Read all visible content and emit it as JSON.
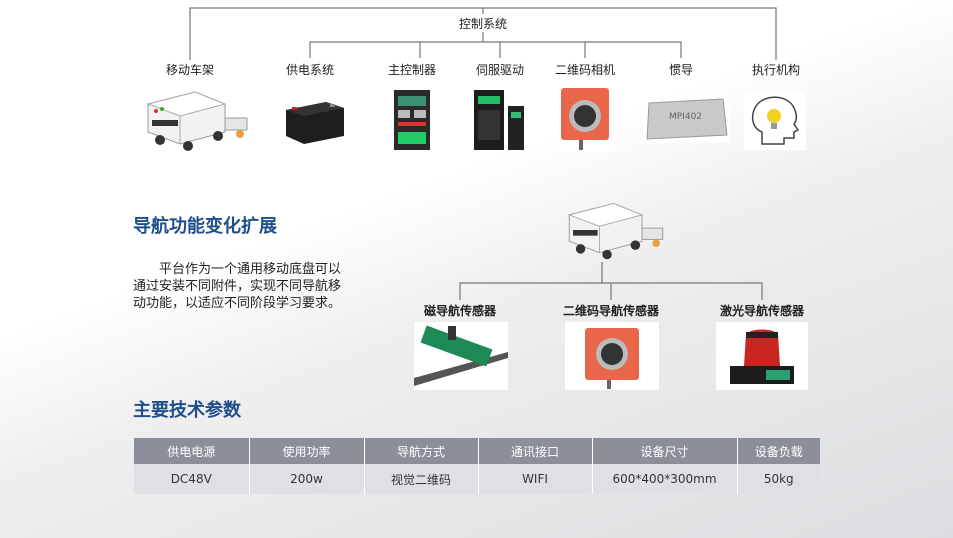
{
  "control": {
    "root": "控制系统",
    "children": [
      {
        "label": "移动车架",
        "icon": "agv-cart-icon"
      },
      {
        "label": "供电系统",
        "icon": "battery-icon"
      },
      {
        "label": "主控制器",
        "icon": "controller-icon"
      },
      {
        "label": "伺服驱动",
        "icon": "servo-drive-icon"
      },
      {
        "label": "二维码相机",
        "icon": "qr-camera-icon"
      },
      {
        "label": "惯导",
        "icon": "imu-icon"
      },
      {
        "label": "执行机构",
        "icon": "actuator-head-icon"
      }
    ]
  },
  "nav": {
    "title": "导航功能变化扩展",
    "description": "平台作为一个通用移动底盘可以通过安装不同附件，实现不同导航移动功能，以适应不同阶段学习要求。",
    "sensors": [
      {
        "label": "磁导航传感器",
        "icon": "magnetic-sensor-icon"
      },
      {
        "label": "二维码导航传感器",
        "icon": "qr-sensor-icon"
      },
      {
        "label": "激光导航传感器",
        "icon": "lidar-sensor-icon"
      }
    ],
    "imu_text": "MPI402"
  },
  "specs": {
    "title": "主要技术参数",
    "headers": [
      "供电电源",
      "使用功率",
      "导航方式",
      "通讯接口",
      "设备尺寸",
      "设备负载"
    ],
    "values": [
      "DC48V",
      "200w",
      "视觉二维码",
      "WIFI",
      "600*400*300mm",
      "50kg"
    ]
  },
  "colors": {
    "heading": "#1f4e8c",
    "table_header": "#8a8f99",
    "table_cell": "#dfe0e3",
    "camera": "#e8664a"
  }
}
